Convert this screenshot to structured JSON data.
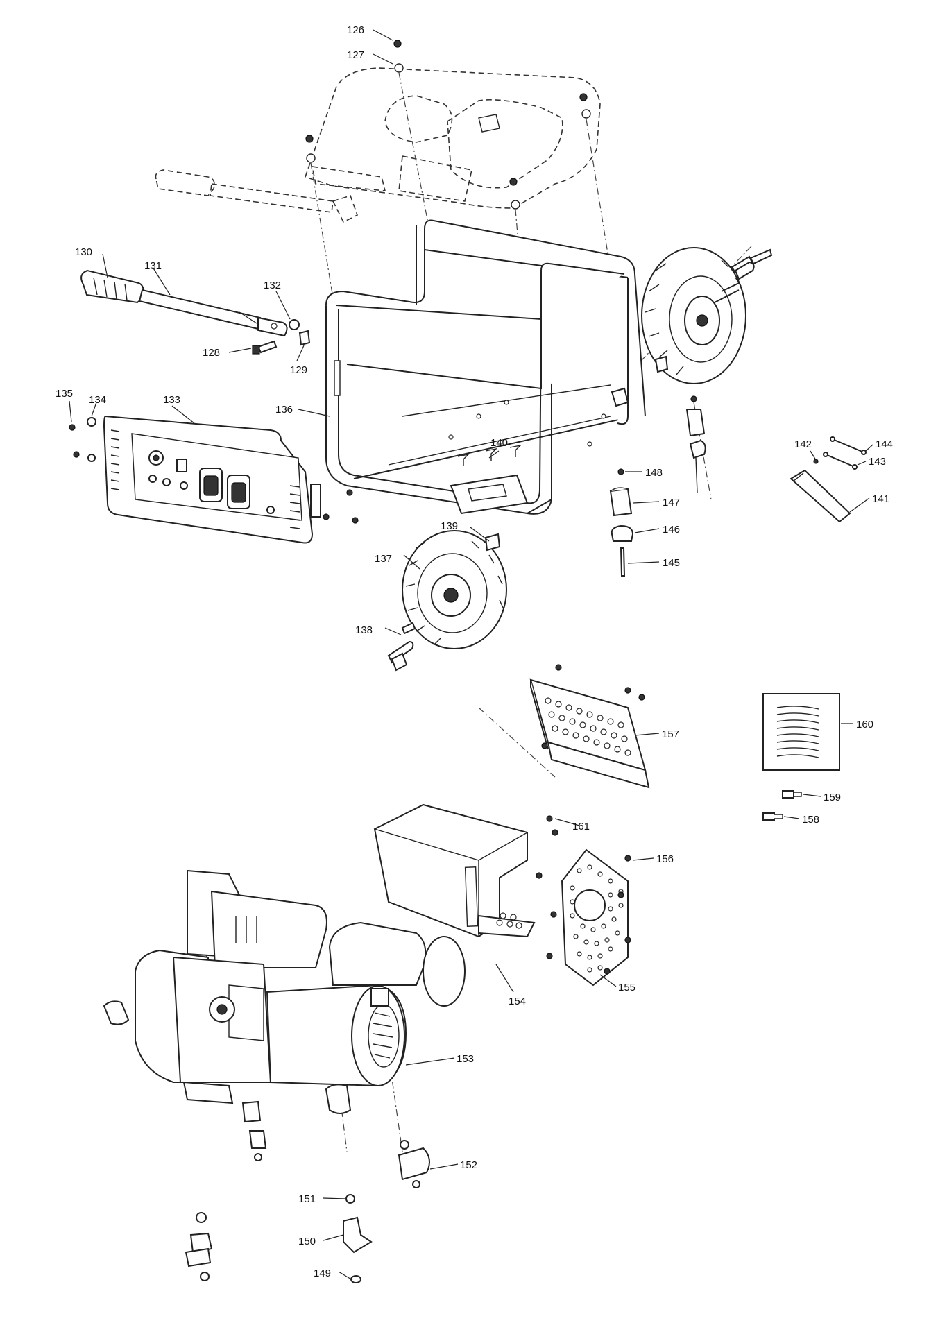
{
  "callouts": [
    {
      "id": "126",
      "text": "126"
    },
    {
      "id": "127",
      "text": "127"
    },
    {
      "id": "128",
      "text": "128"
    },
    {
      "id": "129",
      "text": "129"
    },
    {
      "id": "130",
      "text": "130"
    },
    {
      "id": "131",
      "text": "131"
    },
    {
      "id": "132",
      "text": "132"
    },
    {
      "id": "133",
      "text": "133"
    },
    {
      "id": "134",
      "text": "134"
    },
    {
      "id": "135",
      "text": "135"
    },
    {
      "id": "136",
      "text": "136"
    },
    {
      "id": "137",
      "text": "137"
    },
    {
      "id": "138",
      "text": "138"
    },
    {
      "id": "139",
      "text": "139"
    },
    {
      "id": "140",
      "text": "140"
    },
    {
      "id": "141",
      "text": "141"
    },
    {
      "id": "142",
      "text": "142"
    },
    {
      "id": "143",
      "text": "143"
    },
    {
      "id": "144",
      "text": "144"
    },
    {
      "id": "145",
      "text": "145"
    },
    {
      "id": "146",
      "text": "146"
    },
    {
      "id": "147",
      "text": "147"
    },
    {
      "id": "148",
      "text": "148"
    },
    {
      "id": "149",
      "text": "149"
    },
    {
      "id": "150",
      "text": "150"
    },
    {
      "id": "151",
      "text": "151"
    },
    {
      "id": "152",
      "text": "152"
    },
    {
      "id": "153",
      "text": "153"
    },
    {
      "id": "154",
      "text": "154"
    },
    {
      "id": "155",
      "text": "155"
    },
    {
      "id": "156",
      "text": "156"
    },
    {
      "id": "157",
      "text": "157"
    },
    {
      "id": "158",
      "text": "158"
    },
    {
      "id": "159",
      "text": "159"
    },
    {
      "id": "160",
      "text": "160"
    },
    {
      "id": "161",
      "text": "161"
    }
  ]
}
